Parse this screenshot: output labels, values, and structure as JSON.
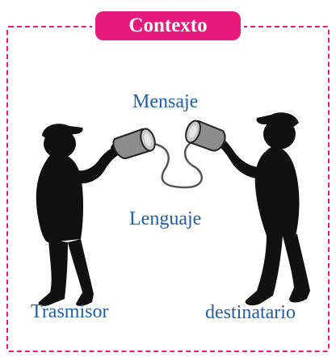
{
  "header": {
    "title": "Contexto"
  },
  "labels": {
    "message": "Mensaje",
    "language": "Lenguaje",
    "sender": "Trasmisor",
    "receiver": "destinatario"
  },
  "colors": {
    "accent": "#e6197d",
    "label_text": "#1f5fa6",
    "figure": "#111111"
  }
}
